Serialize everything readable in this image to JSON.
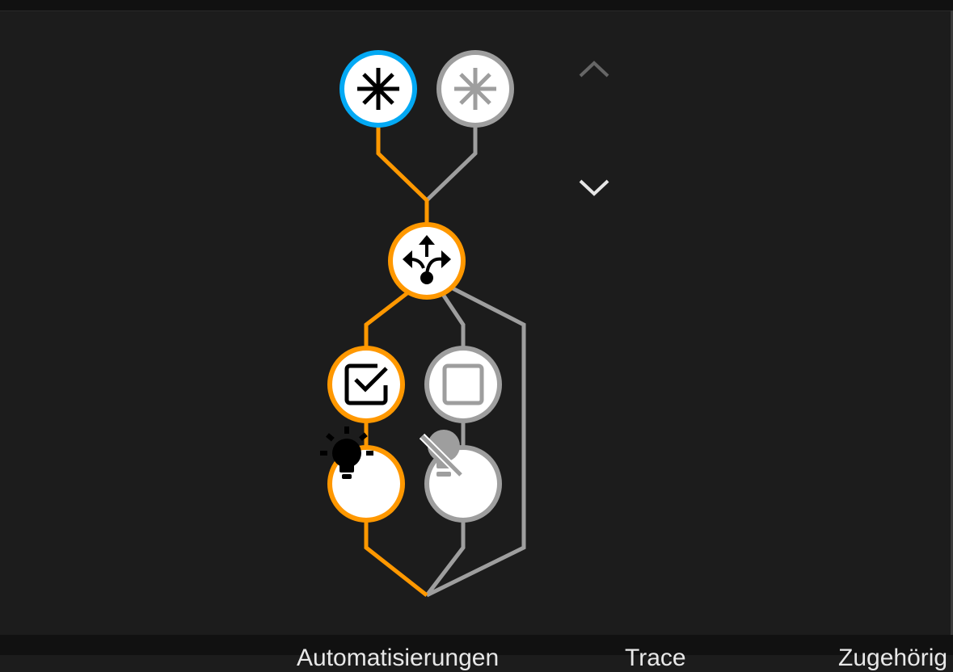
{
  "colors": {
    "active": "#ff9800",
    "inactive": "#9e9e9e",
    "trigger_selected": "#03a9f4",
    "node_fill": "#ffffff",
    "background": "#1c1c1c"
  },
  "nodes": [
    {
      "id": "trigger-1",
      "icon": "asterisk-icon",
      "state": "selected"
    },
    {
      "id": "trigger-2",
      "icon": "asterisk-icon",
      "state": "inactive"
    },
    {
      "id": "choose",
      "icon": "call-split-icon",
      "state": "active"
    },
    {
      "id": "condition-1",
      "icon": "checkbox-checked-icon",
      "state": "active"
    },
    {
      "id": "condition-2",
      "icon": "checkbox-blank-icon",
      "state": "inactive"
    },
    {
      "id": "action-1",
      "icon": "lightbulb-on-icon",
      "state": "active"
    },
    {
      "id": "action-2",
      "icon": "lightbulb-off-icon",
      "state": "inactive"
    }
  ],
  "nav": {
    "up": "chevron-up-icon",
    "down": "chevron-down-icon"
  },
  "tabs": [
    {
      "label": "Automatisierungen"
    },
    {
      "label": "Trace"
    },
    {
      "label": "Zugehörig"
    }
  ]
}
